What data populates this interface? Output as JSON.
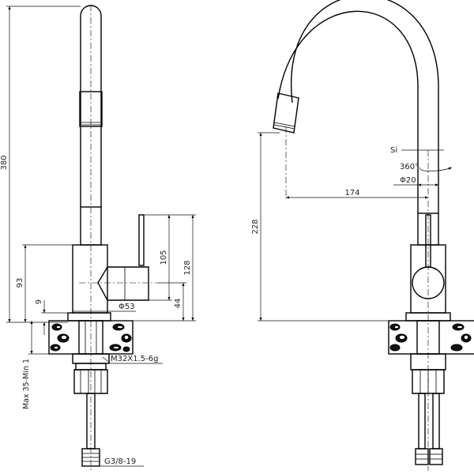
{
  "left_view": {
    "dims": {
      "total_height": "380",
      "base_height": "93",
      "handle_height": "105",
      "handle_total": "128",
      "handle_lower": "44",
      "small": "9",
      "body_diameter": "Φ53",
      "thread": "M32X1.5-6g",
      "counter_thickness": "Max 35-Min 1",
      "hose_thread": "G3/8-19"
    }
  },
  "right_view": {
    "dims": {
      "spout_height": "228",
      "reach": "174",
      "spout_diameter": "Φ20",
      "rotation": "360°",
      "material": "Si"
    }
  }
}
